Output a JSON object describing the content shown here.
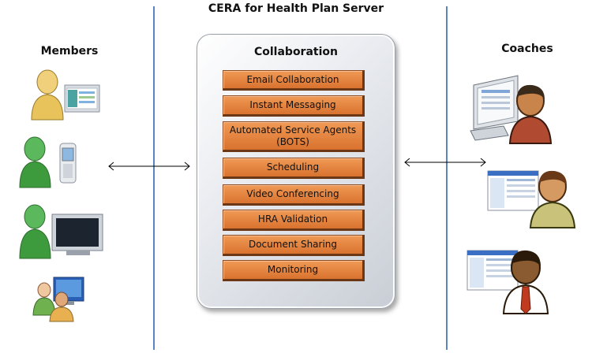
{
  "title": "CERA for Health Plan Server",
  "server": {
    "title": "Collaboration",
    "services": [
      "Email Collaboration",
      "Instant Messaging",
      "Automated Service Agents\n(BOTS)",
      "Scheduling",
      "Video Conferencing",
      "HRA Validation",
      "Document Sharing",
      "Monitoring"
    ]
  },
  "members": {
    "heading": "Members",
    "icons": [
      "member-laptop-icon",
      "member-phone-icon",
      "member-tv-icon",
      "member-computer-group-icon"
    ]
  },
  "coaches": {
    "heading": "Coaches",
    "icons": [
      "coach-monitor-icon",
      "coach-screen-icon",
      "coach-screen-tie-icon"
    ]
  },
  "colors": {
    "divider": "#5b85c1",
    "service_box": "#e9823e",
    "member_green": "#3d9a3d",
    "member_yellow": "#e8c25a",
    "coach_skin": "#c8844a"
  }
}
